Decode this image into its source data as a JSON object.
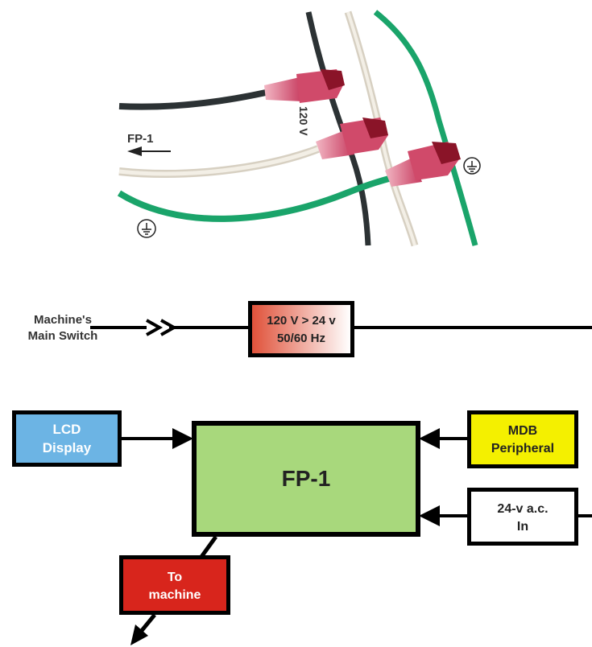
{
  "photo": {
    "arrow_label": "FP-1",
    "voltage_label": "120 V",
    "ground_symbol": "ground-symbol-icon"
  },
  "diagram": {
    "switch_label_line1": "Machine's",
    "switch_label_line2": "Main Switch",
    "transformer_line1": "120 V > 24 v",
    "transformer_line2": "50/60 Hz",
    "lcd_line1": "LCD",
    "lcd_line2": "Display",
    "fp1_label": "FP-1",
    "mdb_line1": "MDB",
    "mdb_line2": "Peripheral",
    "ac_line1": "24-v a.c.",
    "ac_line2": "In",
    "machine_line1": "To",
    "machine_line2": "machine"
  },
  "colors": {
    "lcd": "#6cb4e4",
    "fp1": "#a8d87c",
    "mdb": "#f4f000",
    "machine": "#d8251c",
    "transformer_start": "#e0523a",
    "transformer_end": "#ffffff",
    "wire_black": "#2c3234",
    "wire_white": "#e6e0d4",
    "wire_green": "#1aa46a",
    "connector": "#d04a6a"
  }
}
